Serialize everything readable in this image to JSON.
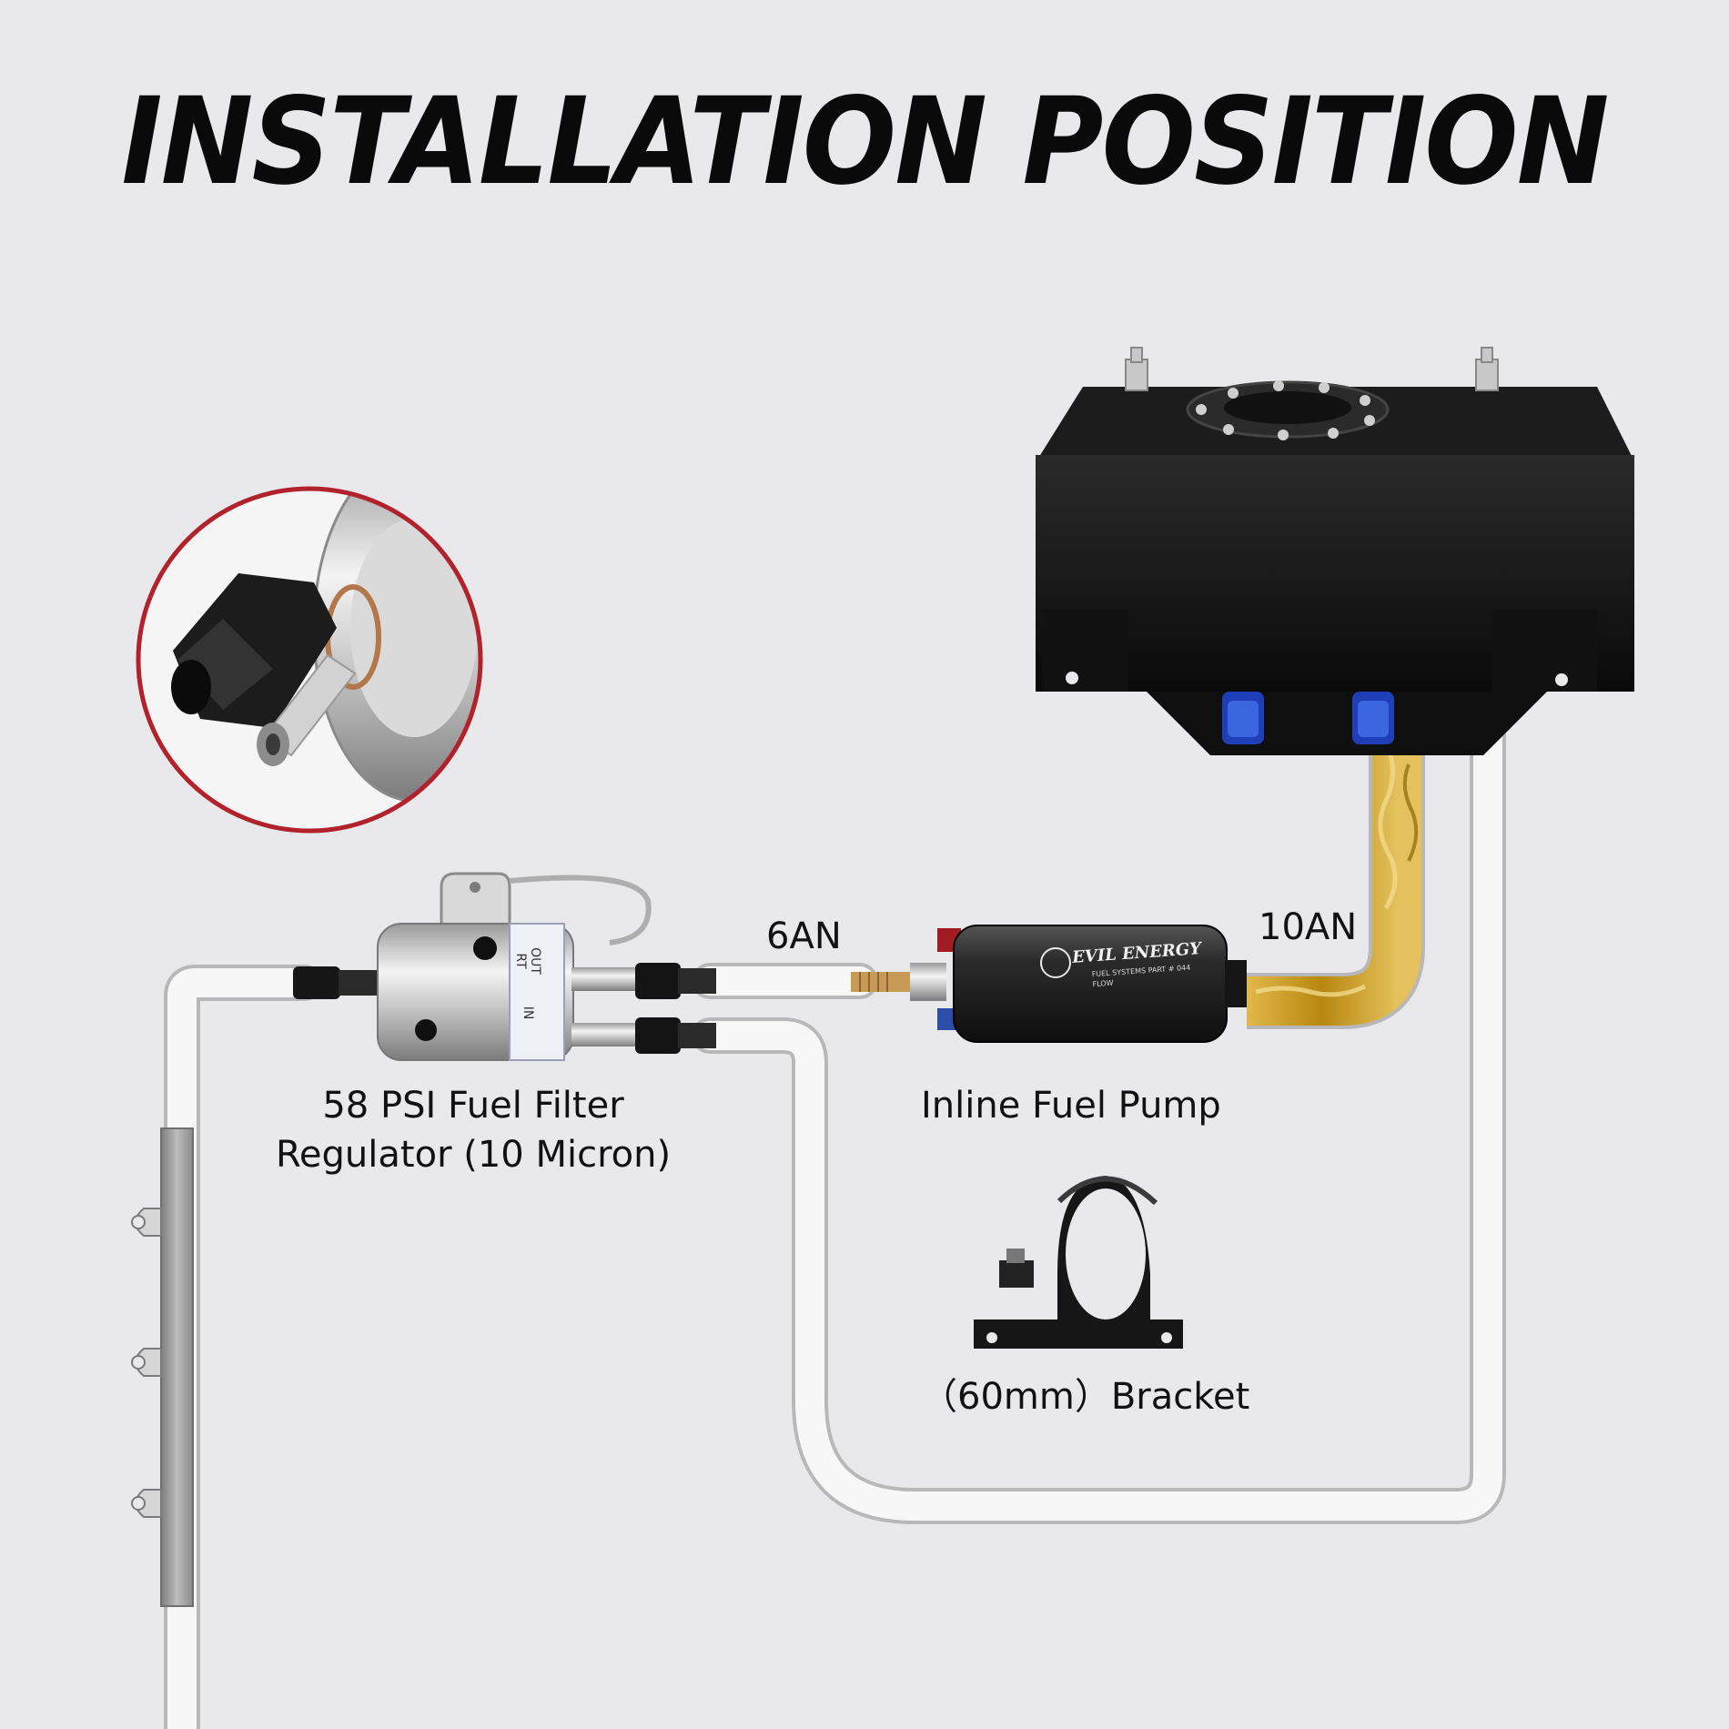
{
  "title": "INSTALLATION POSITION",
  "labels": {
    "regulator_line1": "58 PSI Fuel Filter",
    "regulator_line2": "Regulator (10 Micron)",
    "line_6an": "6AN",
    "line_10an": "10AN",
    "pump": "Inline Fuel Pump",
    "bracket": "（60mm）Bracket"
  },
  "pump_marking": {
    "brand": "EVIL ENERGY",
    "sub": "FUEL SYSTEMS PART # 044",
    "flow": "FLOW"
  },
  "regulator_marking": {
    "out": "OUT",
    "rt": "RT",
    "in": "IN"
  },
  "colors": {
    "background": "#e9e9eb",
    "hose": "#f7f7f7",
    "hose_outline": "#b8b8b8",
    "fuel": "#c89a1e",
    "tank": "#0d0d0d",
    "fitting_blue": "#1e3fb8",
    "inset_ring": "#b1222c",
    "rail": "#9a9a9a"
  }
}
